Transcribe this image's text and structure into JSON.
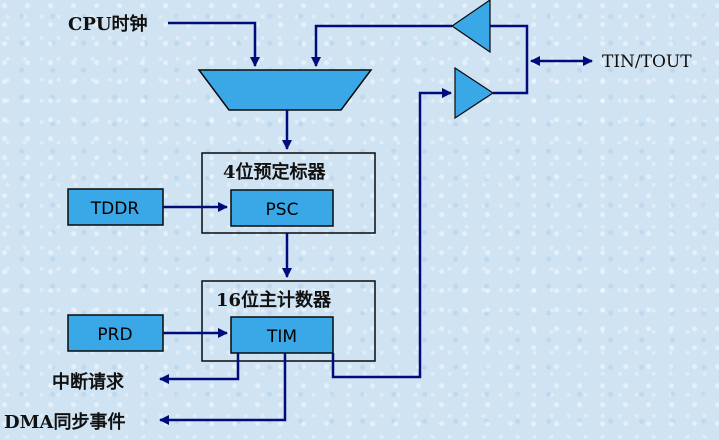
{
  "labels": {
    "cpu_clock": "CPU时钟",
    "prescaler": "4位预定标器",
    "main_counter": "16位主计数器",
    "tin_tout": "TIN/TOUT",
    "interrupt_request": "中断请求",
    "dma_sync_event": "DMA同步事件"
  },
  "blocks": {
    "tddr": "TDDR",
    "psc": "PSC",
    "prd": "PRD",
    "tim": "TIM"
  },
  "colors": {
    "block_fill": "#3aa8e6",
    "wire": "#000c7a",
    "background": "#cfe3f3"
  }
}
